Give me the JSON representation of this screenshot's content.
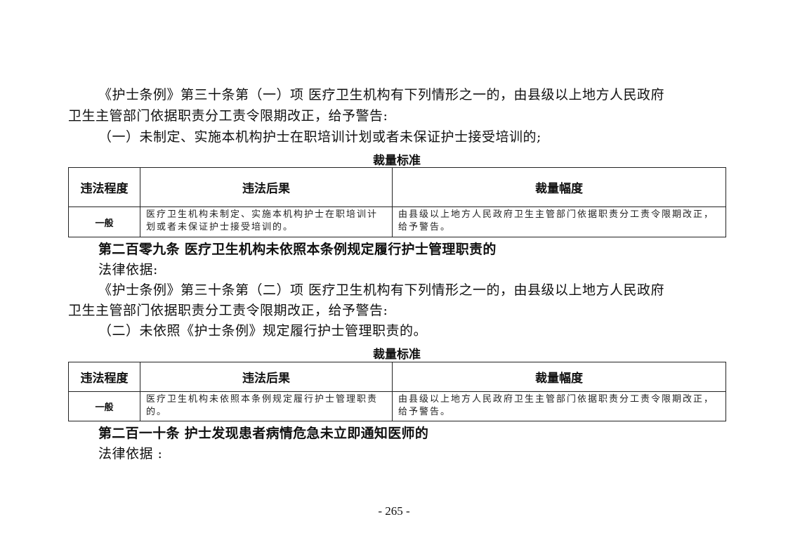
{
  "section1": {
    "basis_line1": "《护士条例》第三十条第（一）项 医疗卫生机构有下列情形之一的，由县级以上地方人民政府",
    "basis_line2": "卫生主管部门依据职责分工责令限期改正，给予警告:",
    "item": "（一）未制定、实施本机构护士在职培训计划或者未保证护士接受培训的;",
    "table_caption": "裁量标准",
    "table": {
      "headers": [
        "违法程度",
        "违法后果",
        "裁量幅度"
      ],
      "rows": [
        {
          "level": "一般",
          "consequence": "医疗卫生机构未制定、实施本机构护士在职培训计划或者未保证护士接受培训的。",
          "range": "由县级以上地方人民政府卫生主管部门依据职责分工责令限期改正，给予警告。"
        }
      ]
    }
  },
  "section2": {
    "heading": "第二百零九条  医疗卫生机构未依照本条例规定履行护士管理职责的",
    "basis_label": "法律依据:",
    "basis_line1": "《护士条例》第三十条第（二）项 医疗卫生机构有下列情形之一的，由县级以上地方人民政府",
    "basis_line2": "卫生主管部门依据职责分工责令限期改正，给予警告:",
    "item": "（二）未依照《护士条例》规定履行护士管理职责的。",
    "table_caption": "裁量标准",
    "table": {
      "headers": [
        "违法程度",
        "违法后果",
        "裁量幅度"
      ],
      "rows": [
        {
          "level": "一般",
          "consequence": "医疗卫生机构未依照本条例规定履行护士管理职责的。",
          "range": "由县级以上地方人民政府卫生主管部门依据职责分工责令限期改正， 给予警告。"
        }
      ]
    }
  },
  "section3": {
    "heading": "第二百一十条  护士发现患者病情危急未立即通知医师的",
    "basis_label": "法律依据 :"
  },
  "page_number": "-  265  -"
}
